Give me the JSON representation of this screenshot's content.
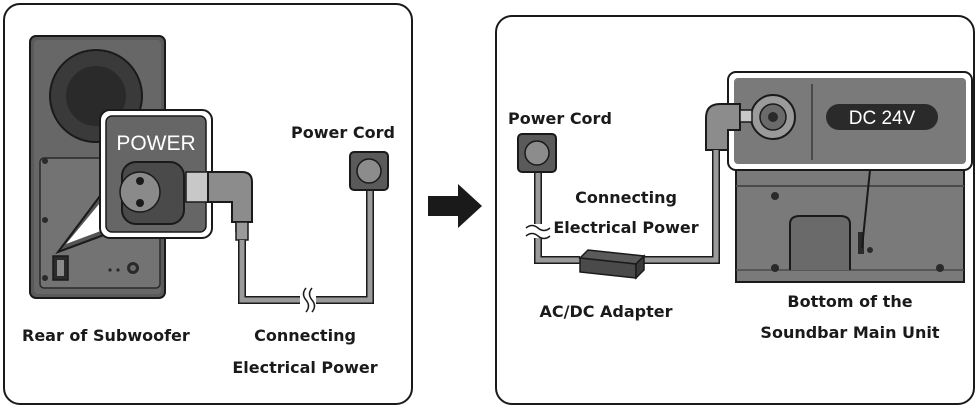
{
  "left_panel": {
    "power_badge": "POWER",
    "power_cord_label": "Power Cord",
    "device_label": "Rear of Subwoofer",
    "connecting_line1": "Connecting",
    "connecting_line2": "Electrical Power"
  },
  "arrow": {
    "icon": "right-arrow-icon"
  },
  "right_panel": {
    "power_cord_label": "Power Cord",
    "dc_badge": "DC 24V",
    "connecting_line1": "Connecting",
    "connecting_line2": "Electrical Power",
    "adapter_label": "AC/DC Adapter",
    "bottom_line1": "Bottom of the",
    "bottom_line2": "Soundbar Main Unit"
  },
  "colors": {
    "frame": "#1a1a1a",
    "device_dark": "#4a4a4a",
    "device_mid": "#6b6b6b",
    "device_light": "#8c8c8c",
    "cable": "#9a9a9a"
  }
}
